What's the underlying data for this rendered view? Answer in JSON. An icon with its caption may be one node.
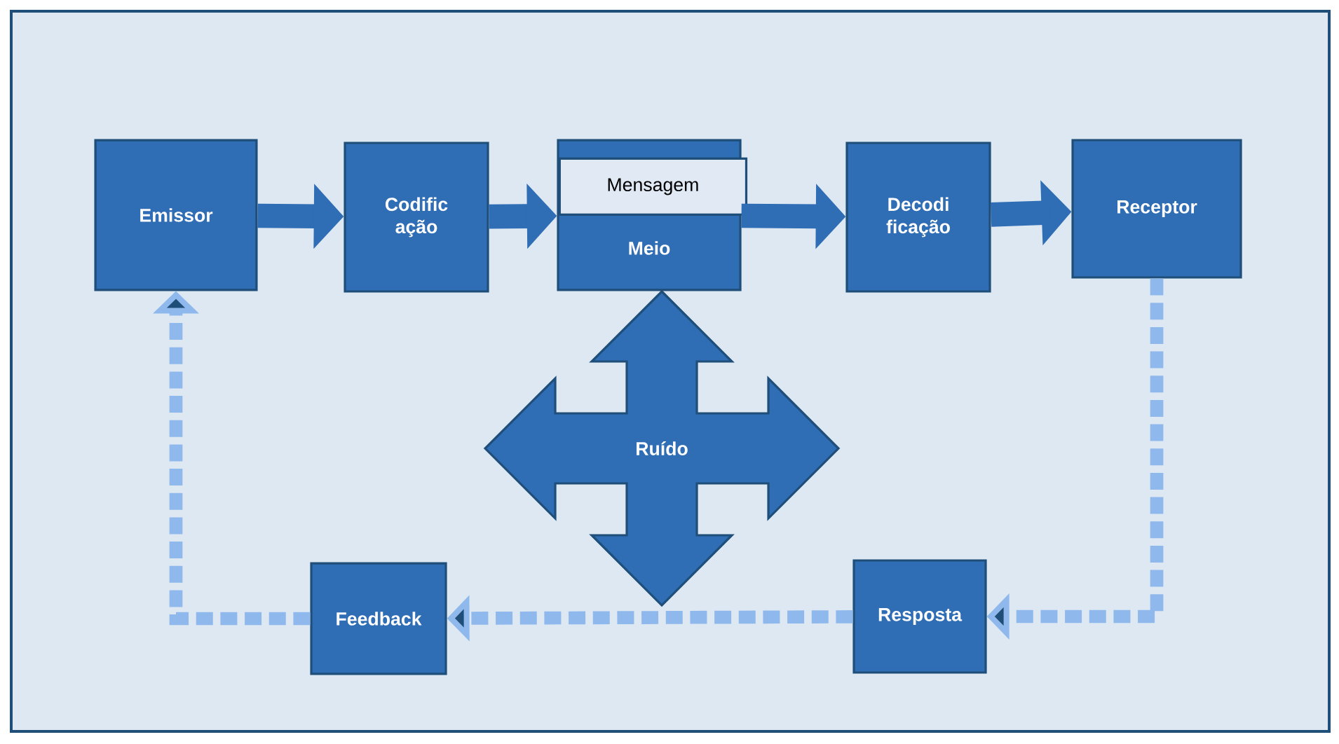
{
  "diagram": {
    "nodes": [
      {
        "text": [
          "Emissor"
        ]
      },
      {
        "text": [
          "Codific ação"
        ]
      },
      {
        "text": [
          "Meio"
        ]
      },
      {
        "text": [
          "Mensagem"
        ],
        "in": 2
      },
      {
        "text": [
          "Decodi ficação"
        ]
      },
      {
        "text": [
          "Receptor"
        ]
      },
      {
        "text": [
          "Ruído"
        ]
      },
      {
        "text": [
          "Resposta"
        ]
      },
      {
        "text": [
          "Feedback"
        ]
      }
    ],
    "edges": [
      {
        "from": 0,
        "to": 1,
        "arrow": "to"
      },
      {
        "from": 1,
        "to": 2,
        "arrow": "to"
      },
      {
        "from": 2,
        "to": 4,
        "arrow": "to"
      },
      {
        "from": 4,
        "to": 5,
        "arrow": "to"
      },
      {
        "from": 5,
        "to": 7,
        "arrow": "to",
        "style": "dashed",
        "color": "#8fb8ec"
      },
      {
        "from": 7,
        "to": 8,
        "arrow": "to",
        "style": "dashed",
        "color": "#8fb8ec"
      },
      {
        "from": 8,
        "to": 0,
        "arrow": "to",
        "style": "dashed",
        "color": "#8fb8ec"
      }
    ]
  }
}
